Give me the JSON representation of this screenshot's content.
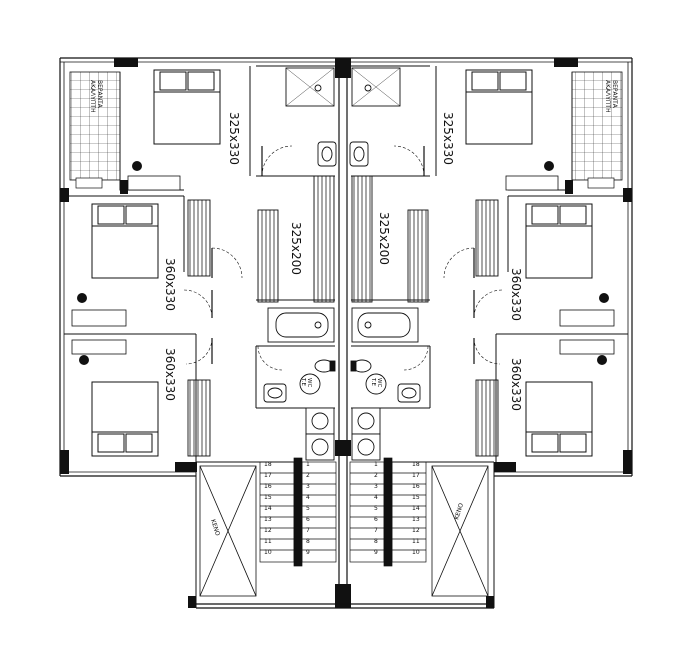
{
  "dimensions": {
    "top_left_bedroom": "325x330",
    "top_right_bedroom": "325x330",
    "center_left": "325x200",
    "center_right": "325x200",
    "mid_left_bedroom": "360x330",
    "lower_left_bedroom": "360x330",
    "mid_right_bedroom": "360x330",
    "lower_right_bedroom": "360x330"
  },
  "veranda_label": {
    "line1": "ΑΚΑΛΥΠΤΗ",
    "line2": "ΒΕΡΑΝΤΑ"
  },
  "void_label": "ΚΕΝΟ",
  "wc_label": {
    "line1": "WC",
    "line2": "T.E"
  },
  "stairs": {
    "left_outer": [
      "18",
      "17",
      "16",
      "15",
      "14",
      "13",
      "12",
      "11",
      "10"
    ],
    "left_inner": [
      "1",
      "2",
      "3",
      "4",
      "5",
      "6",
      "7",
      "8",
      "9"
    ],
    "right_inner": [
      "1",
      "2",
      "3",
      "4",
      "5",
      "6",
      "7",
      "8",
      "9"
    ],
    "right_outer": [
      "18",
      "17",
      "16",
      "15",
      "14",
      "13",
      "12",
      "11",
      "10"
    ]
  }
}
